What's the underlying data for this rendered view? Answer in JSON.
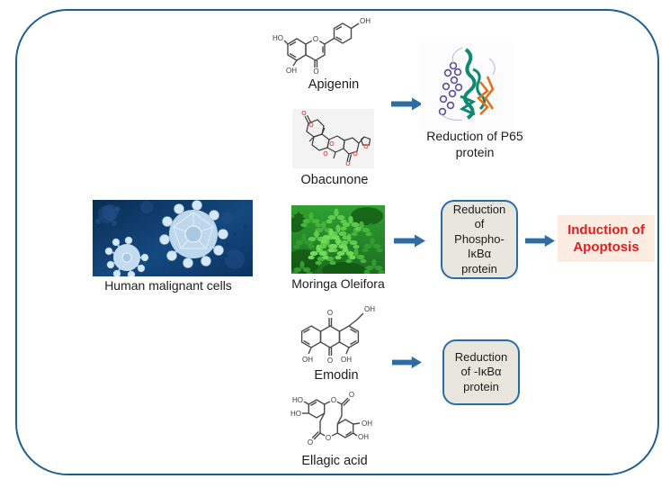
{
  "compounds": {
    "apigenin": {
      "label": "Apigenin",
      "atoms": [
        "HO",
        "OH",
        "O",
        "O",
        "OH"
      ]
    },
    "obacunone": {
      "label": "Obacunone",
      "atoms": [
        "O",
        "O",
        "O",
        "O",
        "O",
        "O",
        "O"
      ]
    },
    "moringa": {
      "label": "Moringa Oleifora"
    },
    "emodin": {
      "label": "Emodin",
      "atoms": [
        "O",
        "OH",
        "OH",
        "O",
        "OH"
      ]
    },
    "ellagic": {
      "label": "Ellagic acid",
      "atoms": [
        "HO",
        "HO",
        "OH",
        "OH",
        "O",
        "O",
        "O",
        "O"
      ]
    }
  },
  "source": {
    "label": "Human malignant cells"
  },
  "outcomes": {
    "p65": {
      "lines": [
        "Reduction of P65",
        "protein"
      ]
    },
    "phospho": {
      "lines": [
        "Reduction",
        "of",
        "Phospho-",
        "IκBα",
        "protein"
      ]
    },
    "ikba": {
      "lines": [
        "Reduction",
        "of -IκBα",
        "protein"
      ]
    },
    "apoptosis": {
      "lines": [
        "Induction of",
        "Apoptosis"
      ]
    }
  },
  "colors": {
    "frame_border": "#1e5f8e",
    "arrow": "#2e6da4",
    "outcome_box_fill": "#e9e6dd",
    "outcome_box_border": "#2a6da6",
    "apoptosis_fill": "#fcece2",
    "apoptosis_text": "#e02020",
    "protein_green": "#0e8a74",
    "protein_purple": "#5b4e9e",
    "protein_orange": "#e2701f"
  }
}
